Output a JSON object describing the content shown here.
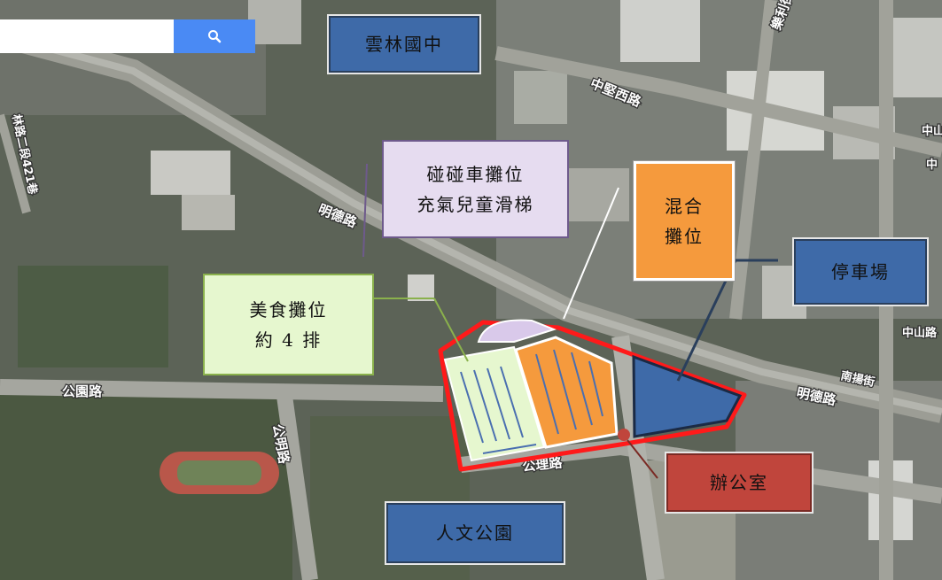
{
  "search": {
    "placeholder": "",
    "button_icon": "search-icon",
    "button_color": "#4a8af4"
  },
  "labels": {
    "junior_high": "雲林國中",
    "bumper_cars": [
      "碰碰車攤位",
      "充氣兒童滑梯"
    ],
    "mixed_stalls": [
      "混合",
      "攤位"
    ],
    "parking": "停車場",
    "food_stalls": [
      "美食攤位",
      "約 4 排"
    ],
    "office": "辦公室",
    "park": "人文公園"
  },
  "roads": {
    "zhongjian_w": "中堅西路",
    "leli": "樂利街",
    "mingde_1": "明德路",
    "mingde_2": "明德路",
    "gongyuan": "公園路",
    "gongming": "公明路",
    "gongli": "公理路",
    "nanyang": "南揚街",
    "zhongshan_1": "中山",
    "zhongshan_2": "中山路",
    "zhongshan_3": "中",
    "linlu": "林路二段421巷"
  },
  "colors": {
    "zone_boundary": "#ff1a1a",
    "food_zone": "#e6f7cf",
    "mixed_zone": "#f59a3d",
    "parking_zone": "#3e6aa8",
    "bumper_zone": "#d9c9ea",
    "office_marker": "#c0453c",
    "label_blue": "#3e6aa8",
    "label_red": "#c0453c"
  }
}
